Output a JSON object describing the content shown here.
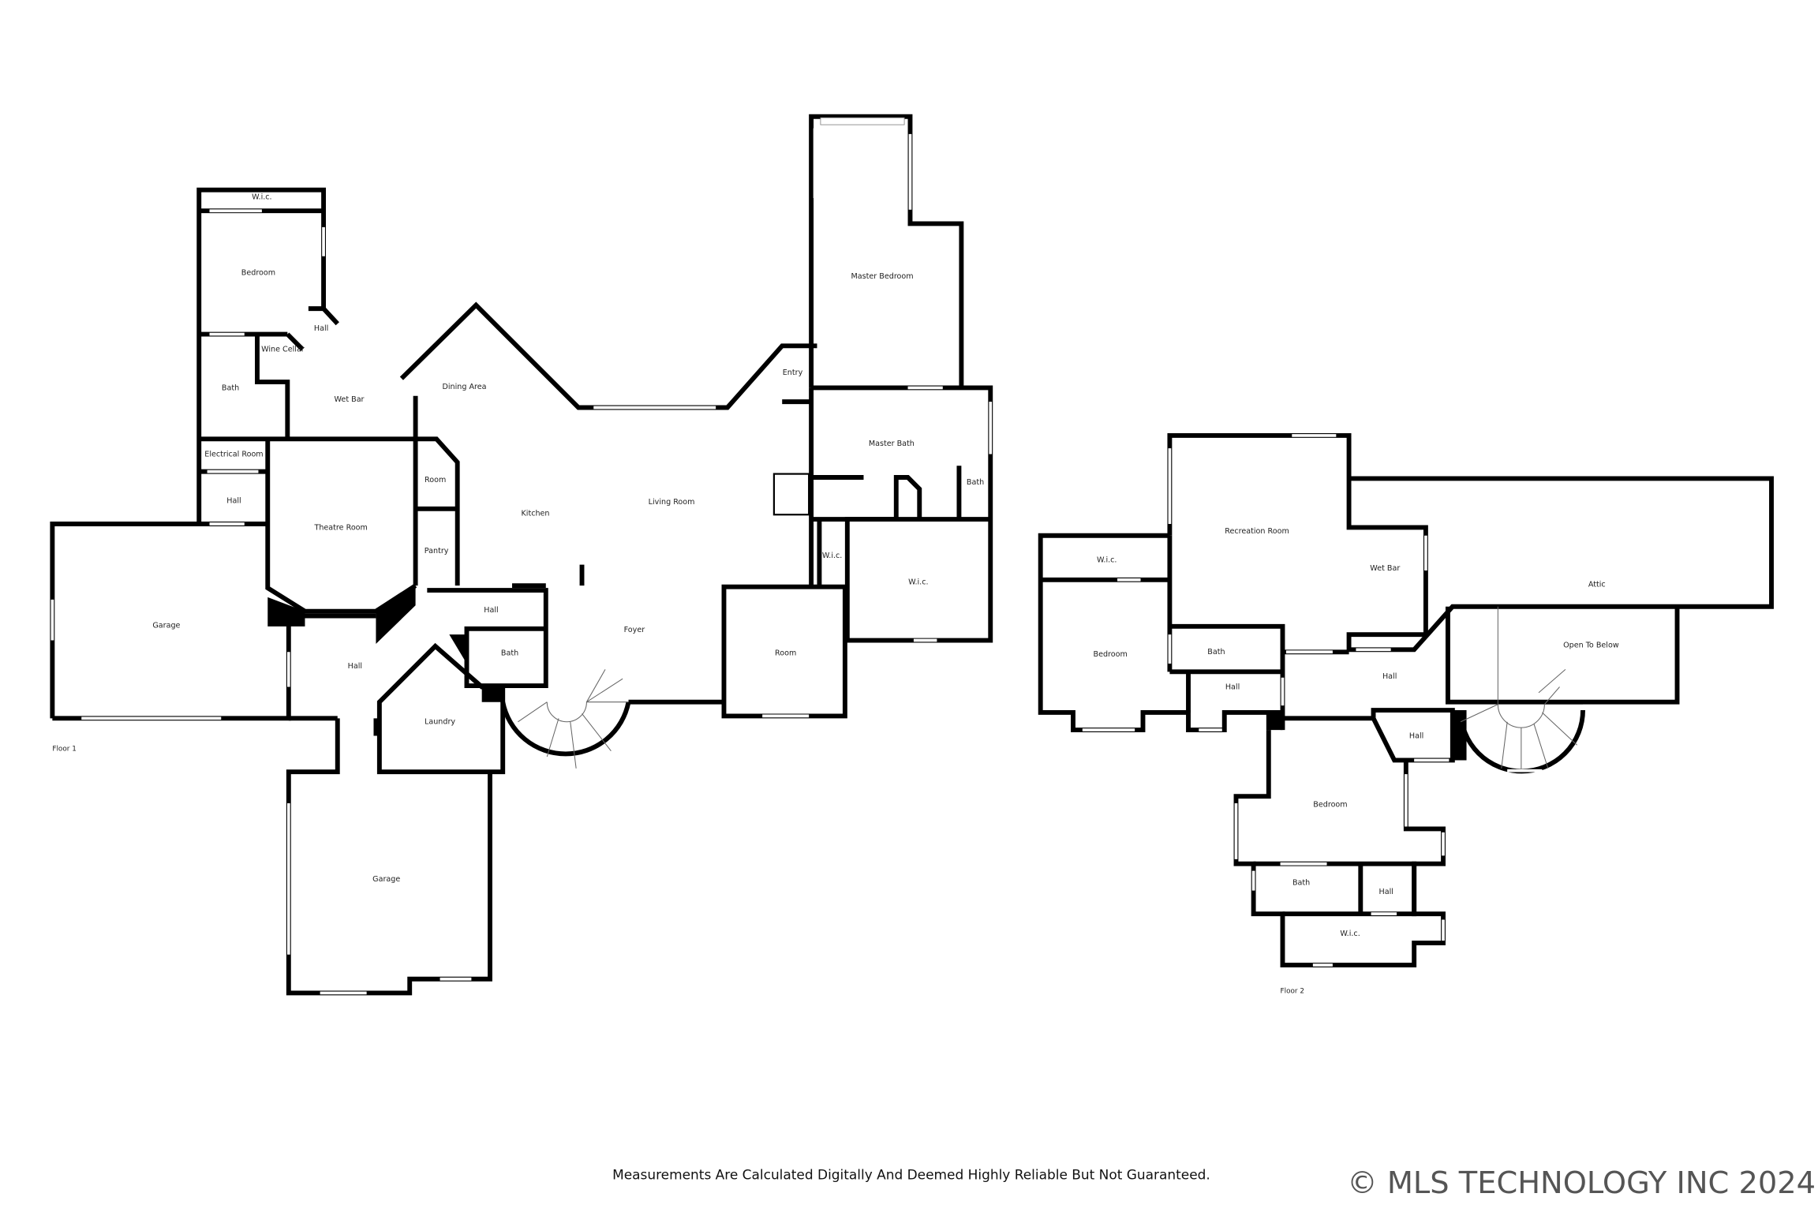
{
  "floor1": {
    "label": "Floor 1",
    "rooms": {
      "wic_top": "W.i.c.",
      "bedroom": "Bedroom",
      "hall_small": "Hall",
      "wine_cellar": "Wine Cellar",
      "bath_left": "Bath",
      "wet_bar": "Wet Bar",
      "dining_area": "Dining Area",
      "electrical_room": "Electrical Room",
      "hall_left": "Hall",
      "theatre_room": "Theatre Room",
      "room_small": "Room",
      "pantry": "Pantry",
      "kitchen": "Kitchen",
      "living_room": "Living Room",
      "entry": "Entry",
      "master_bedroom": "Master Bedroom",
      "master_bath": "Master Bath",
      "bath_master": "Bath",
      "wic_small": "W.i.c.",
      "wic_master": "W.i.c.",
      "garage_left": "Garage",
      "hall_mid": "Hall",
      "hall_center": "Hall",
      "bath_center": "Bath",
      "foyer": "Foyer",
      "room_right": "Room",
      "laundry": "Laundry",
      "garage_bottom": "Garage"
    }
  },
  "floor2": {
    "label": "Floor 2",
    "rooms": {
      "recreation_room": "Recreation Room",
      "wet_bar": "Wet Bar",
      "attic": "Attic",
      "wic_left": "W.i.c.",
      "bedroom_left": "Bedroom",
      "bath_upper": "Bath",
      "hall_small": "Hall",
      "hall_main": "Hall",
      "open_to_below": "Open To Below",
      "hall_stair": "Hall",
      "bedroom_lower": "Bedroom",
      "bath_lower": "Bath",
      "hall_lower": "Hall",
      "wic_lower": "W.i.c."
    }
  },
  "footer": {
    "disclaimer": "Measurements Are Calculated Digitally And Deemed Highly Reliable But Not Guaranteed.",
    "copyright": "© MLS TECHNOLOGY INC 2024"
  }
}
